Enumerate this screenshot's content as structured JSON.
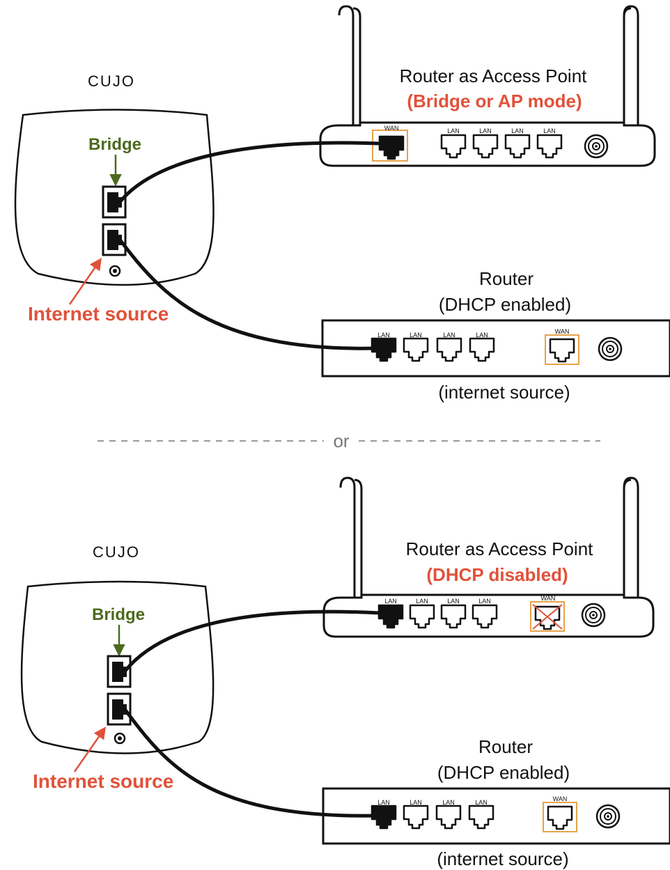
{
  "colors": {
    "accent_red": "#e0523a",
    "bridge_green": "#4c6a1e",
    "wan_box": "#e6a24a",
    "separator": "#999999"
  },
  "top": {
    "cujo_logo": "CUJO",
    "bridge_label": "Bridge",
    "internet_label": "Internet source",
    "ap_title": "Router as Access Point",
    "ap_mode": "(Bridge or AP mode)",
    "ap_ports": {
      "wan": "WAN",
      "lan1": "LAN",
      "lan2": "LAN",
      "lan3": "LAN",
      "lan4": "LAN"
    },
    "router_title": "Router",
    "router_subtitle": "(DHCP enabled)",
    "router_ports": {
      "lan1": "LAN",
      "lan2": "LAN",
      "lan3": "LAN",
      "lan4": "LAN",
      "wan": "WAN"
    },
    "router_caption": "(internet source)"
  },
  "separator": {
    "label": "or"
  },
  "bottom": {
    "cujo_logo": "CUJO",
    "bridge_label": "Bridge",
    "internet_label": "Internet source",
    "ap_title": "Router as Access Point",
    "ap_mode": "(DHCP disabled)",
    "ap_ports": {
      "lan1": "LAN",
      "lan2": "LAN",
      "lan3": "LAN",
      "lan4": "LAN",
      "wan": "WAN"
    },
    "router_title": "Router",
    "router_subtitle": "(DHCP enabled)",
    "router_ports": {
      "lan1": "LAN",
      "lan2": "LAN",
      "lan3": "LAN",
      "lan4": "LAN",
      "wan": "WAN"
    },
    "router_caption": "(internet source)"
  }
}
